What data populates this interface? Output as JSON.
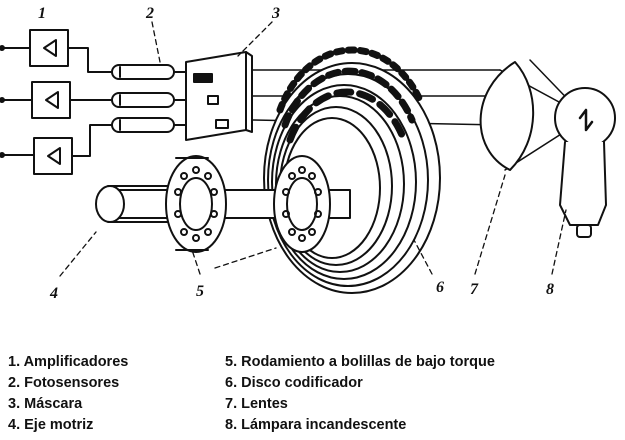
{
  "callouts": {
    "c1": "1",
    "c2": "2",
    "c3": "3",
    "c4": "4",
    "c5": "5",
    "c6": "6",
    "c7": "7",
    "c8": "8"
  },
  "legend": {
    "left": [
      "1. Amplificadores",
      "2. Fotosensores",
      "3. Máscara",
      "4. Eje motriz"
    ],
    "right": [
      "5. Rodamiento a bolillas de bajo torque",
      "6. Disco codificador",
      "7. Lentes",
      "8. Lámpara incandescente"
    ]
  }
}
